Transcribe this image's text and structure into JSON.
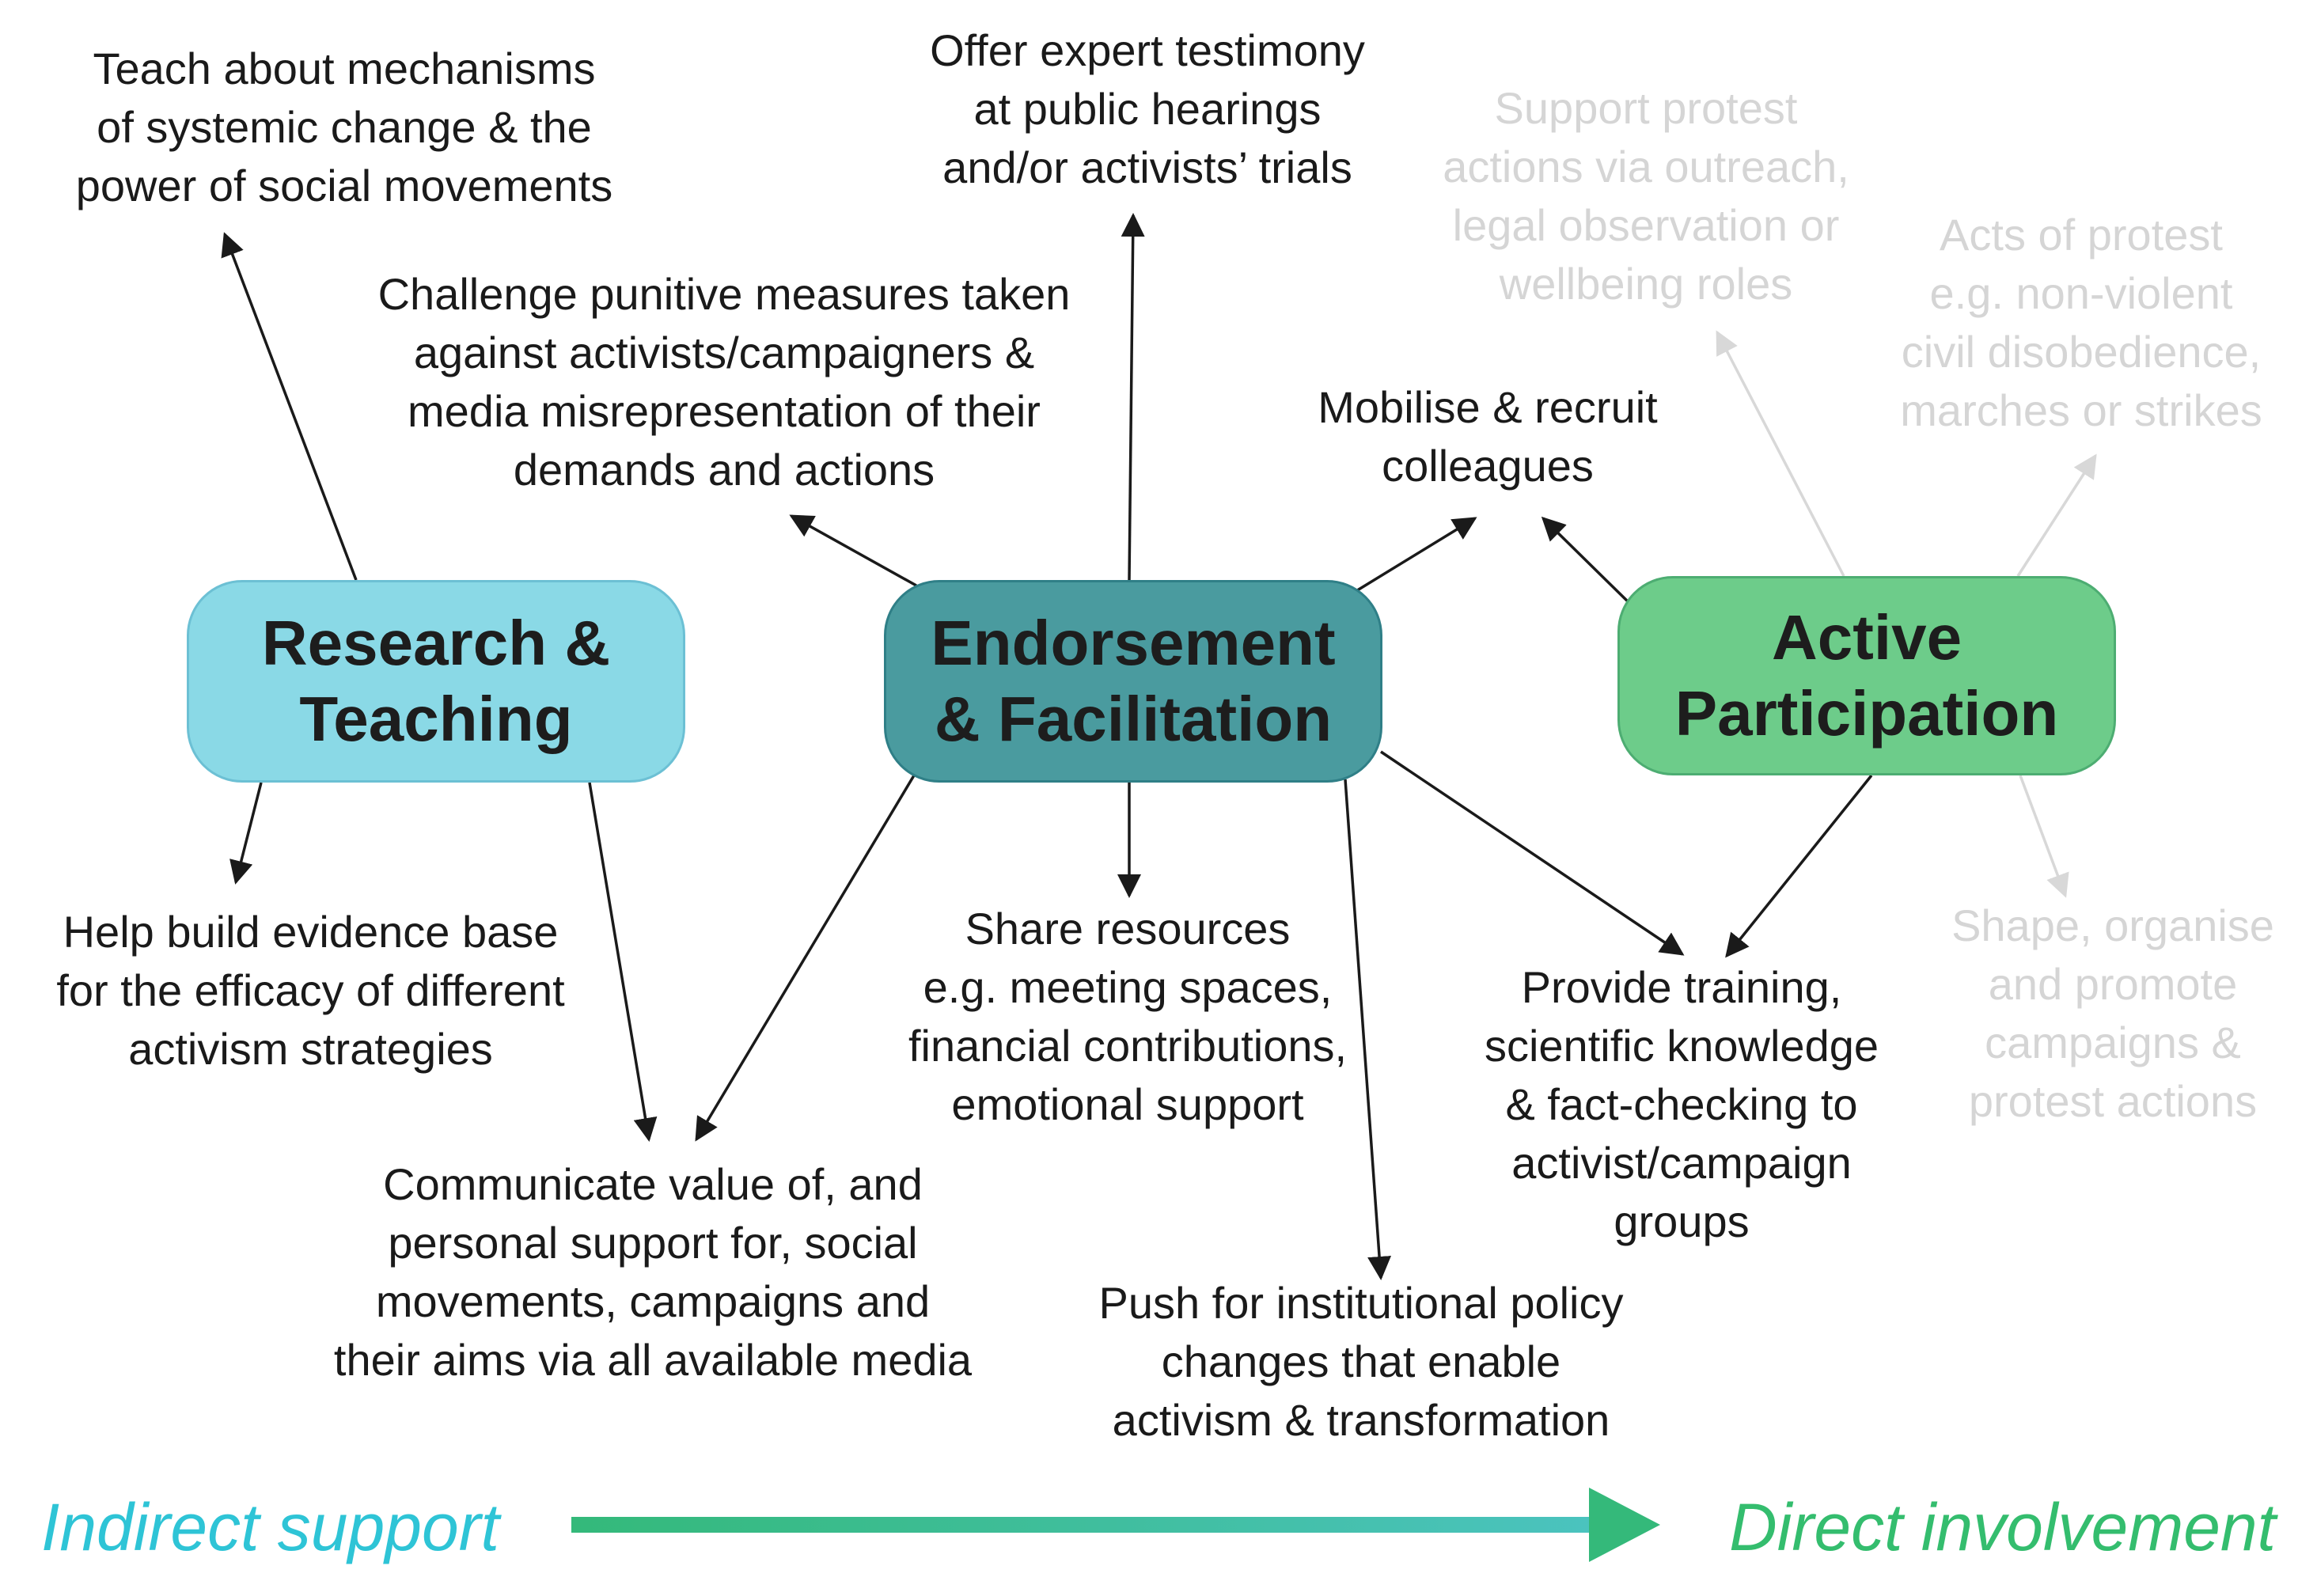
{
  "colors": {
    "research_teaching": "#8ad9e6",
    "endorsement_facilitation": "#4a9b9f",
    "active_participation": "#6dcc8a",
    "indirect_text": "#2ec4d6",
    "direct_text": "#34bd6e",
    "spectrum_arrow_start": "#34b97a",
    "spectrum_arrow_end": "#4bc3bf",
    "arrow": "#1a1a1a",
    "faded_arrow": "#d8d8d8"
  },
  "boxes": {
    "research_teaching": "Research &\nTeaching",
    "endorsement_facilitation": "Endorsement\n& Facilitation",
    "active_participation": "Active\nParticipation"
  },
  "labels": {
    "teach_mechanisms": "Teach about mechanisms\nof systemic change & the\npower of social movements",
    "expert_testimony": "Offer expert testimony\nat public hearings\nand/or activists’ trials",
    "challenge_punitive": "Challenge punitive measures taken\nagainst activists/campaigners &\nmedia misrepresentation of their\ndemands and actions",
    "mobilise_recruit": "Mobilise & recruit\ncolleagues",
    "evidence_base": "Help build evidence base\nfor the efficacy of different\nactivism strategies",
    "share_resources": "Share resources\ne.g. meeting spaces,\nfinancial contributions,\nemotional support",
    "provide_training": "Provide training,\nscientific knowledge\n& fact-checking to\nactivist/campaign\ngroups",
    "communicate_value": "Communicate value of, and\npersonal support for, social\nmovements, campaigns and\ntheir aims via all available media",
    "push_policy": "Push for institutional policy\nchanges that enable\nactivism & transformation",
    "support_protest": "Support protest\nactions via outreach,\nlegal observation or\nwellbeing roles",
    "acts_of_protest": "Acts of protest\ne.g. non-violent\ncivil disobedience,\nmarches or strikes",
    "shape_organise": "Shape, organise\nand promote\ncampaigns &\nprotest actions"
  },
  "spectrum": {
    "left": "Indirect support",
    "right": "Direct involvement"
  }
}
